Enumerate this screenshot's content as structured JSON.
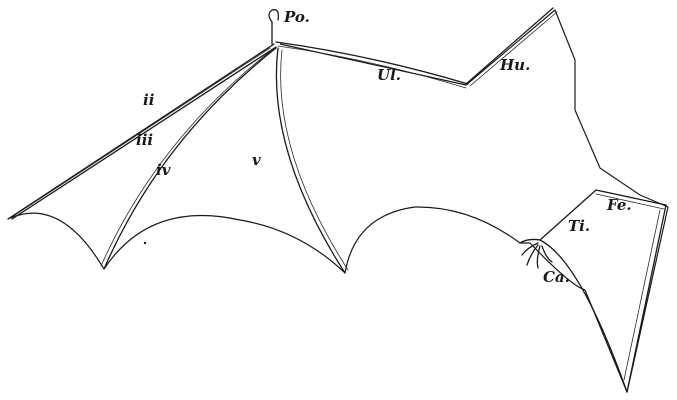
{
  "labels": {
    "po": "Po.",
    "ii": "ii",
    "iii": "iii",
    "iv": "iv",
    "v": "v",
    "ul": "Ul.",
    "hu": "Hu.",
    "fe": "Fe.",
    "ti": "Ti.",
    "ca": "Ca."
  }
}
